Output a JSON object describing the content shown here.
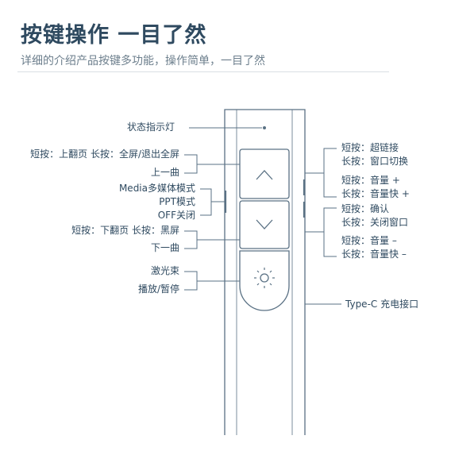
{
  "header": {
    "title": "按键操作 一目了然",
    "subtitle": "详细的介绍产品按键多功能，操作简单，一目了然"
  },
  "left_labels": {
    "indicator": "状态指示灯",
    "up_short_long": "短按：上翻页  长按：全屏/退出全屏",
    "up_double": "上一曲",
    "mode_media": "Media多媒体模式",
    "mode_ppt": "PPT模式",
    "mode_off": "OFF关闭",
    "down_short_long": "短按：下翻页  长按：黑屏",
    "down_double": "下一曲",
    "laser": "激光束",
    "play_pause": "播放/暂停"
  },
  "right_labels": {
    "btn1_short": "短按：超链接",
    "btn1_long": "长按：窗口切换",
    "btn1b_short": "短按：音量 +",
    "btn1b_long": "长按：音量快 +",
    "btn2_short": "短按：确认",
    "btn2_long": "长按：关闭窗口",
    "btn2b_short": "短按：音量 –",
    "btn2b_long": "长按：音量快 –",
    "port": "Type-C 充电接口"
  },
  "colors": {
    "line": "#5a7184",
    "text": "#2f4a60"
  }
}
